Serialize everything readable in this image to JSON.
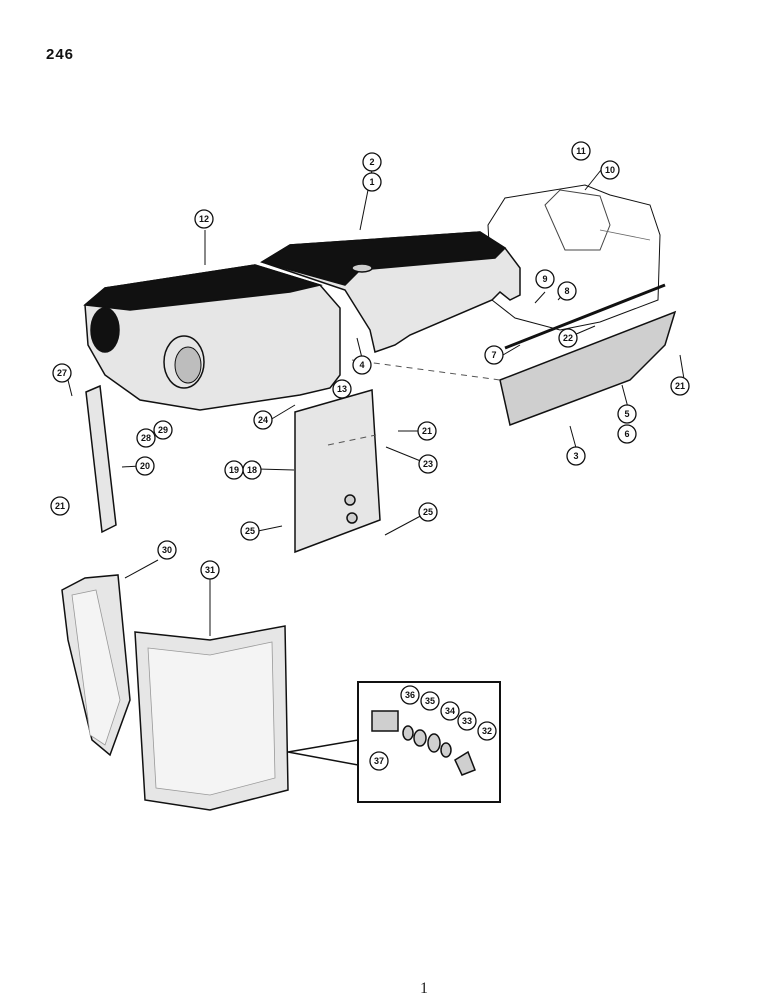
{
  "page": {
    "page_number": "246",
    "footer_mark": "1"
  },
  "callouts": [
    {
      "id": "c1",
      "label": "1"
    },
    {
      "id": "c2",
      "label": "2"
    },
    {
      "id": "c3",
      "label": "3"
    },
    {
      "id": "c4",
      "label": "4"
    },
    {
      "id": "c5",
      "label": "5"
    },
    {
      "id": "c6",
      "label": "6"
    },
    {
      "id": "c7",
      "label": "7"
    },
    {
      "id": "c8",
      "label": "8"
    },
    {
      "id": "c9",
      "label": "9"
    },
    {
      "id": "c10",
      "label": "10"
    },
    {
      "id": "c11",
      "label": "11"
    },
    {
      "id": "c12",
      "label": "12"
    },
    {
      "id": "c13",
      "label": "13"
    },
    {
      "id": "c18",
      "label": "18"
    },
    {
      "id": "c19",
      "label": "19"
    },
    {
      "id": "c20",
      "label": "20"
    },
    {
      "id": "c21a",
      "label": "21"
    },
    {
      "id": "c21b",
      "label": "21"
    },
    {
      "id": "c21c",
      "label": "21"
    },
    {
      "id": "c22",
      "label": "22"
    },
    {
      "id": "c23",
      "label": "23"
    },
    {
      "id": "c24",
      "label": "24"
    },
    {
      "id": "c25a",
      "label": "25"
    },
    {
      "id": "c25b",
      "label": "25"
    },
    {
      "id": "c27",
      "label": "27"
    },
    {
      "id": "c28",
      "label": "28"
    },
    {
      "id": "c29",
      "label": "29"
    },
    {
      "id": "c30",
      "label": "30"
    },
    {
      "id": "c31",
      "label": "31"
    },
    {
      "id": "c32",
      "label": "32"
    },
    {
      "id": "c33",
      "label": "33"
    },
    {
      "id": "c34",
      "label": "34"
    },
    {
      "id": "c35",
      "label": "35"
    },
    {
      "id": "c36",
      "label": "36"
    },
    {
      "id": "c37",
      "label": "37"
    }
  ]
}
